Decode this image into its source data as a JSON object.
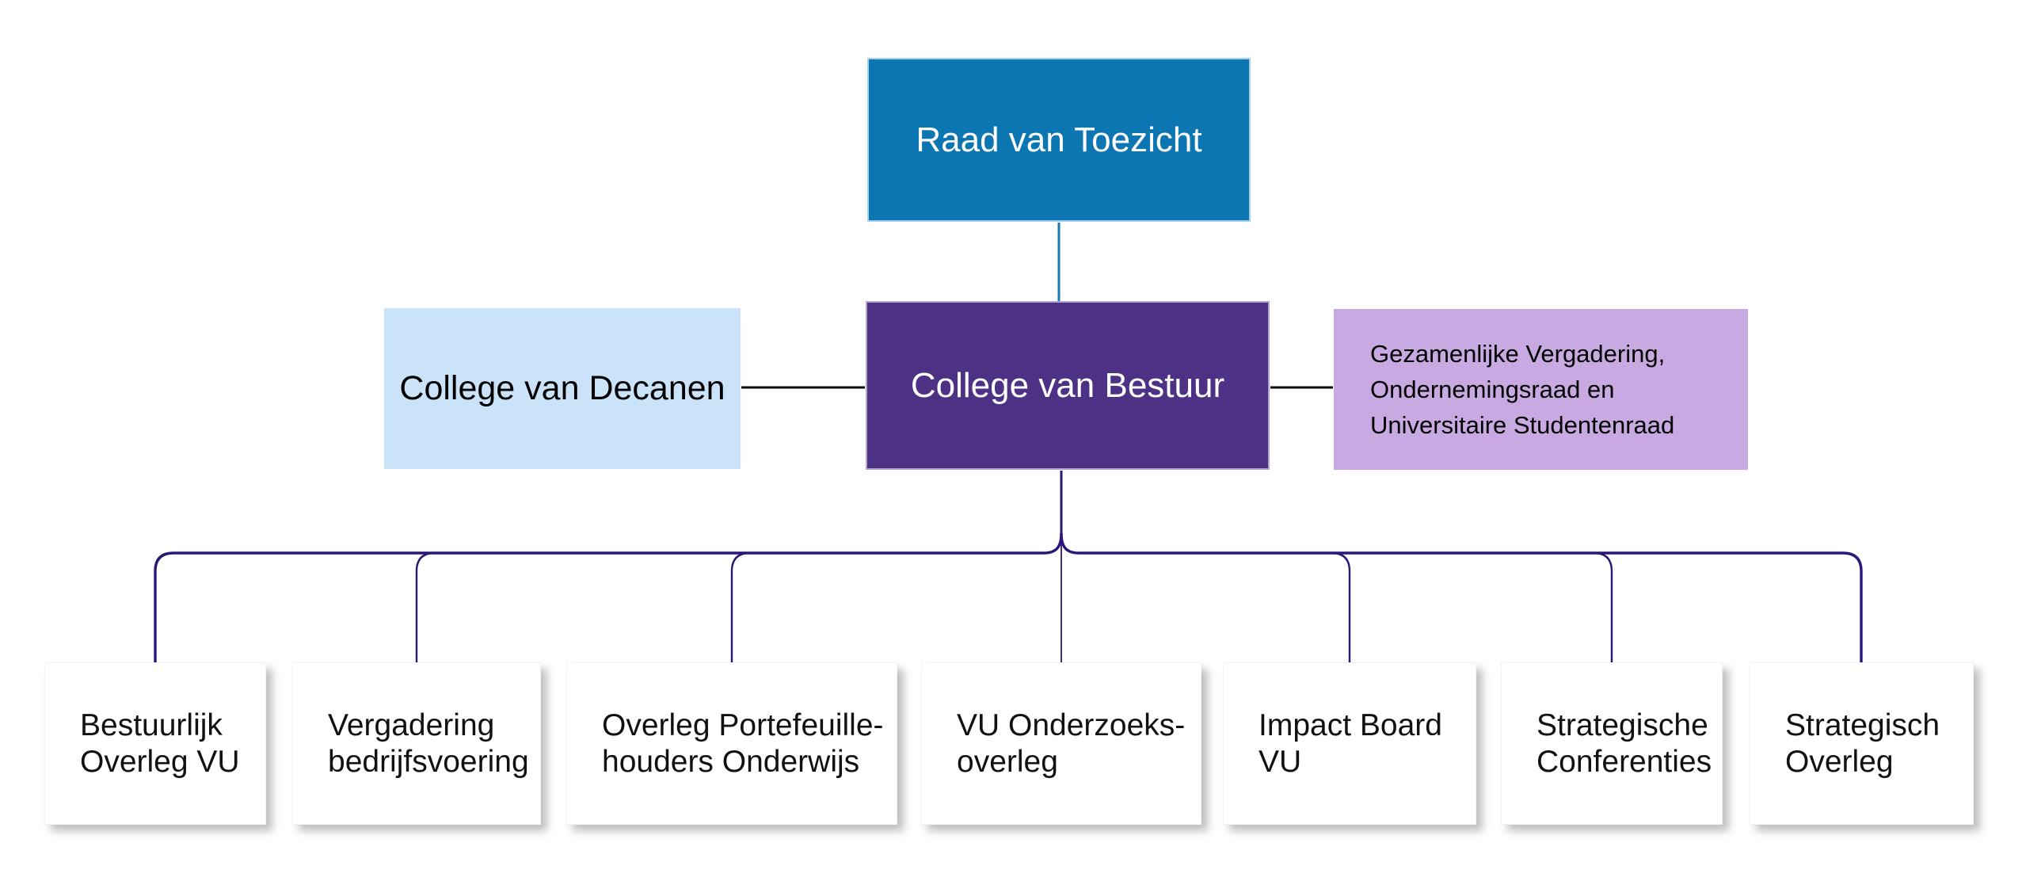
{
  "diagram": {
    "type": "org-chart",
    "top": {
      "label": "Raad van Toezicht"
    },
    "middle": {
      "left": {
        "label": "College van Decanen"
      },
      "center": {
        "label": "College van Bestuur"
      },
      "right": {
        "label": "Gezamenlijke Vergadering,\nOndernemingsraad en\nUniversitaire Studentenraad"
      }
    },
    "bottom": [
      {
        "label": "Bestuurlijk\nOverleg VU"
      },
      {
        "label": "Vergadering\nbedrijfsvoering"
      },
      {
        "label": "Overleg Portefeuille-\nhouders Onderwijs"
      },
      {
        "label": "VU Onderzoeks-\noverleg"
      },
      {
        "label": "Impact Board\nVU"
      },
      {
        "label": "Strategische\nConferenties"
      },
      {
        "label": "Strategisch\nOverleg"
      }
    ],
    "colors": {
      "top_box_fill": "#0b76b1",
      "top_box_border": "#a5d3ee",
      "left_box_fill": "#cbe3f9",
      "center_box_fill": "#4d3184",
      "center_box_border": "#afa5cf",
      "right_box_fill": "#c9a9e2",
      "bottom_box_fill": "#ffffff",
      "connector_blue": "#1779b7",
      "connector_black": "#0c0c0c",
      "connector_indigo": "#2b1777",
      "text_light": "#ffffff",
      "text_dark": "#111111"
    }
  }
}
